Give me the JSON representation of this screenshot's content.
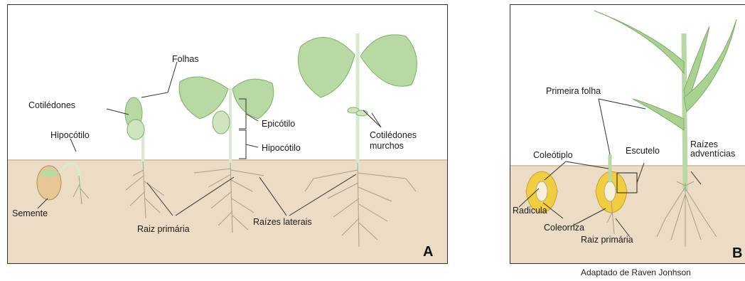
{
  "colors": {
    "soil": "#ecdcc6",
    "soil_line": "#d8c5a7",
    "leaf": "#b8d9a4",
    "leaf_dark": "#7fae6a",
    "stem": "#d9ead0",
    "root": "#a89e8c",
    "seed": "#e8c695",
    "kernel": "#f1cd42"
  },
  "panel_a": {
    "letter": "A",
    "labels": {
      "folhas": "Folhas",
      "cotiledones": "Cotilédones",
      "hipocotilo_left": "Hipocótilo",
      "epicotilo": "Epicótilo",
      "hipocotilo_right": "Hipocótilo",
      "cotiledones_murchos_1": "Cotilédones",
      "cotiledones_murchos_2": "murchos",
      "semente": "Semente",
      "raiz_primaria": "Raiz primária",
      "raizes_laterais": "Raízes laterais"
    }
  },
  "panel_b": {
    "letter": "B",
    "labels": {
      "primeira_folha": "Primeira folha",
      "coleotiplo": "Coleótiplo",
      "escutelo": "Escutelo",
      "raizes_1": "Raízes",
      "raizes_2": "adventícias",
      "radicula": "Radicula",
      "coleorriza": "Coleorriza",
      "raiz_primaria": "Raiz primária"
    }
  },
  "credit": "Adaptado de Raven Jonhson"
}
